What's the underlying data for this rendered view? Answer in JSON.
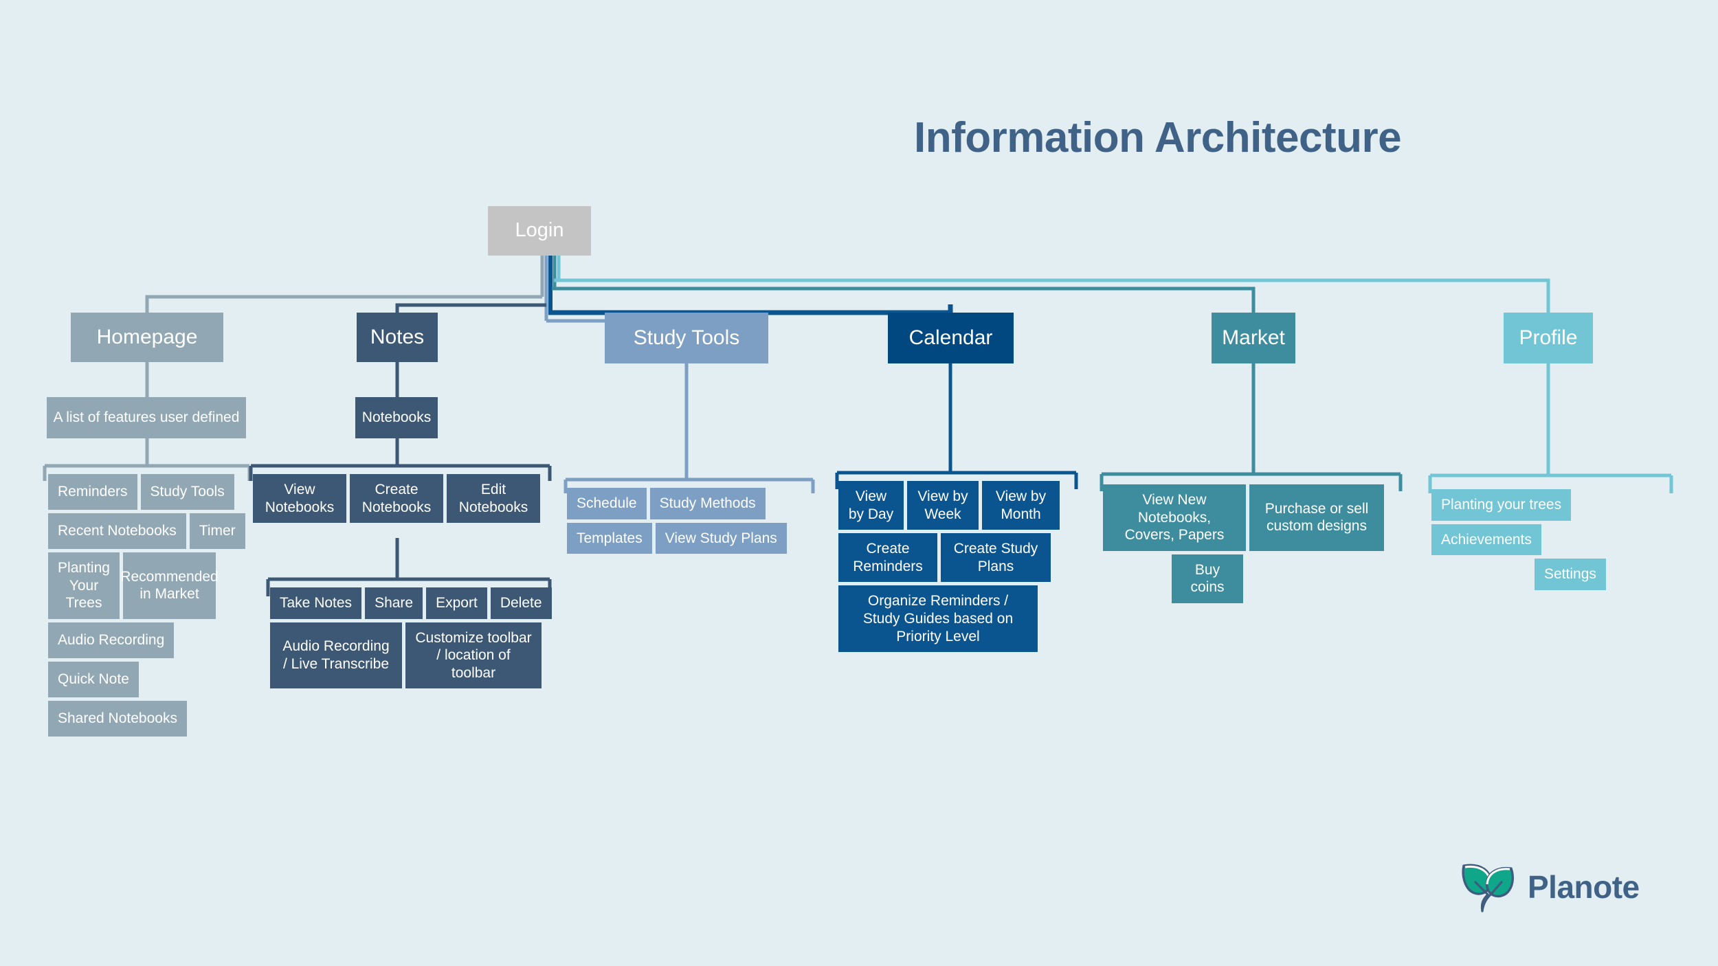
{
  "page": {
    "title": "Information Architecture",
    "background_color": "#e3eef2",
    "title_color": "#3f6286"
  },
  "root": {
    "label": "Login",
    "color": "#c4c4c4"
  },
  "categories": [
    {
      "id": "homepage",
      "label": "Homepage",
      "color": "#92a7b4",
      "intermediate": "A list of features user defined",
      "children": [
        "Reminders",
        "Study Tools",
        "Recent Notebooks",
        "Timer",
        "Planting Your Trees",
        "Recommended in Market",
        "Audio Recording",
        "Quick Note",
        "Shared Notebooks"
      ]
    },
    {
      "id": "notes",
      "label": "Notes",
      "color": "#3d5874",
      "intermediate": "Notebooks",
      "children": [
        "View Notebooks",
        "Create Notebooks",
        "Edit Notebooks"
      ],
      "grandchildren": [
        "Take Notes",
        "Share",
        "Export",
        "Delete",
        "Audio Recording / Live Transcribe",
        "Customize toolbar / location of toolbar"
      ]
    },
    {
      "id": "studytools",
      "label": "Study Tools",
      "color": "#7d9fc4",
      "children": [
        "Schedule",
        "Study Methods",
        "Templates",
        "View Study Plans"
      ]
    },
    {
      "id": "calendar",
      "label": "Calendar",
      "color": "#00487f",
      "children": [
        "View by Day",
        "View by Week",
        "View by Month",
        "Create Reminders",
        "Create Study Plans",
        "Organize Reminders / Study Guides based on Priority Level"
      ]
    },
    {
      "id": "market",
      "label": "Market",
      "color": "#3d8d9e",
      "children": [
        "View New Notebooks, Covers, Papers",
        "Purchase or sell custom designs",
        "Buy coins"
      ]
    },
    {
      "id": "profile",
      "label": "Profile",
      "color": "#71c5d4",
      "children": [
        "Planting your trees",
        "Achievements",
        "Settings"
      ]
    }
  ],
  "logo": {
    "wordmark": "Planote",
    "leaf_color": "#0fa68a",
    "outline_color": "#3f5b7d"
  }
}
